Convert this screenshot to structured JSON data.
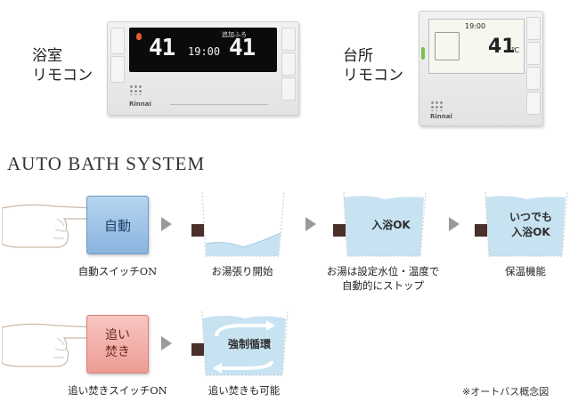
{
  "remotes": {
    "bath_label": [
      "浴室",
      "リモコン"
    ],
    "kitchen_label": [
      "台所",
      "リモコン"
    ],
    "bath_display": {
      "left_temp": "41",
      "time": "19:00",
      "right_temp": "41",
      "tag": "追加ふろ"
    },
    "kitchen_display": {
      "time": "19:00",
      "temp": "41",
      "unit": "℃"
    },
    "brand": "Rinnai"
  },
  "title": "AUTO BATH SYSTEM",
  "steps": [
    {
      "button": "自動",
      "caption": [
        "自動スイッチON"
      ]
    },
    {
      "caption": [
        "お湯張り開始"
      ]
    },
    {
      "tub_text": [
        "入浴OK"
      ],
      "caption": [
        "お湯は設定水位・温度で",
        "自動的にストップ"
      ]
    },
    {
      "tub_text": [
        "いつでも",
        "入浴OK"
      ],
      "caption": [
        "保温機能"
      ]
    }
  ],
  "reheat": {
    "button": [
      "追い",
      "焚き"
    ],
    "caption": "追い焚きスイッチON",
    "tub_text": "強制循環",
    "tub_caption": "追い焚きも可能"
  },
  "note": "※オートバス概念図",
  "colors": {
    "blue_btn": "#9cc3e6",
    "red_btn": "#f0a9a3",
    "water": "#c7e3f2",
    "arrow": "#9a9a9a"
  }
}
